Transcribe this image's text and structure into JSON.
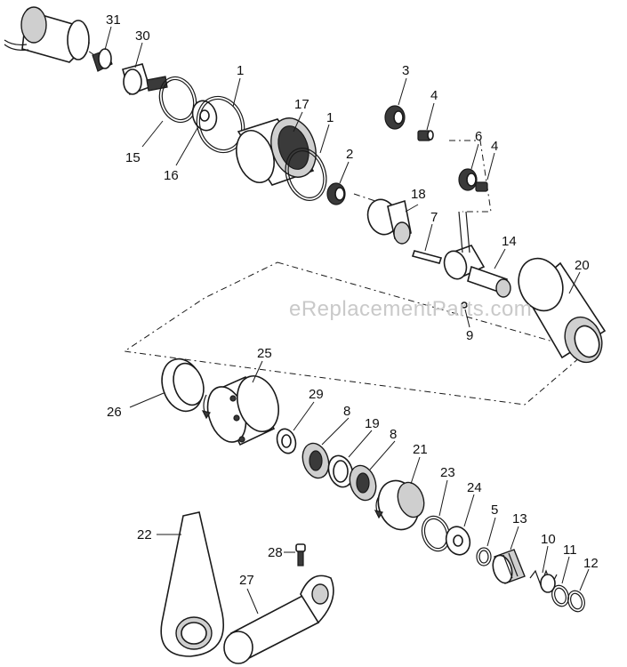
{
  "watermark": "eReplacementParts.com",
  "callouts": {
    "p1a": "1",
    "p1b": "1",
    "p2": "2",
    "p3": "3",
    "p4a": "4",
    "p4b": "4",
    "p5": "5",
    "p6": "6",
    "p7": "7",
    "p8a": "8",
    "p8b": "8",
    "p9": "9",
    "p10": "10",
    "p11": "11",
    "p12": "12",
    "p13": "13",
    "p14": "14",
    "p15": "15",
    "p16": "16",
    "p17": "17",
    "p18": "18",
    "p19": "19",
    "p20": "20",
    "p21": "21",
    "p22": "22",
    "p23": "23",
    "p24": "24",
    "p25": "25",
    "p26": "26",
    "p27": "27",
    "p28": "28",
    "p29": "29",
    "p30": "30",
    "p31": "31"
  }
}
